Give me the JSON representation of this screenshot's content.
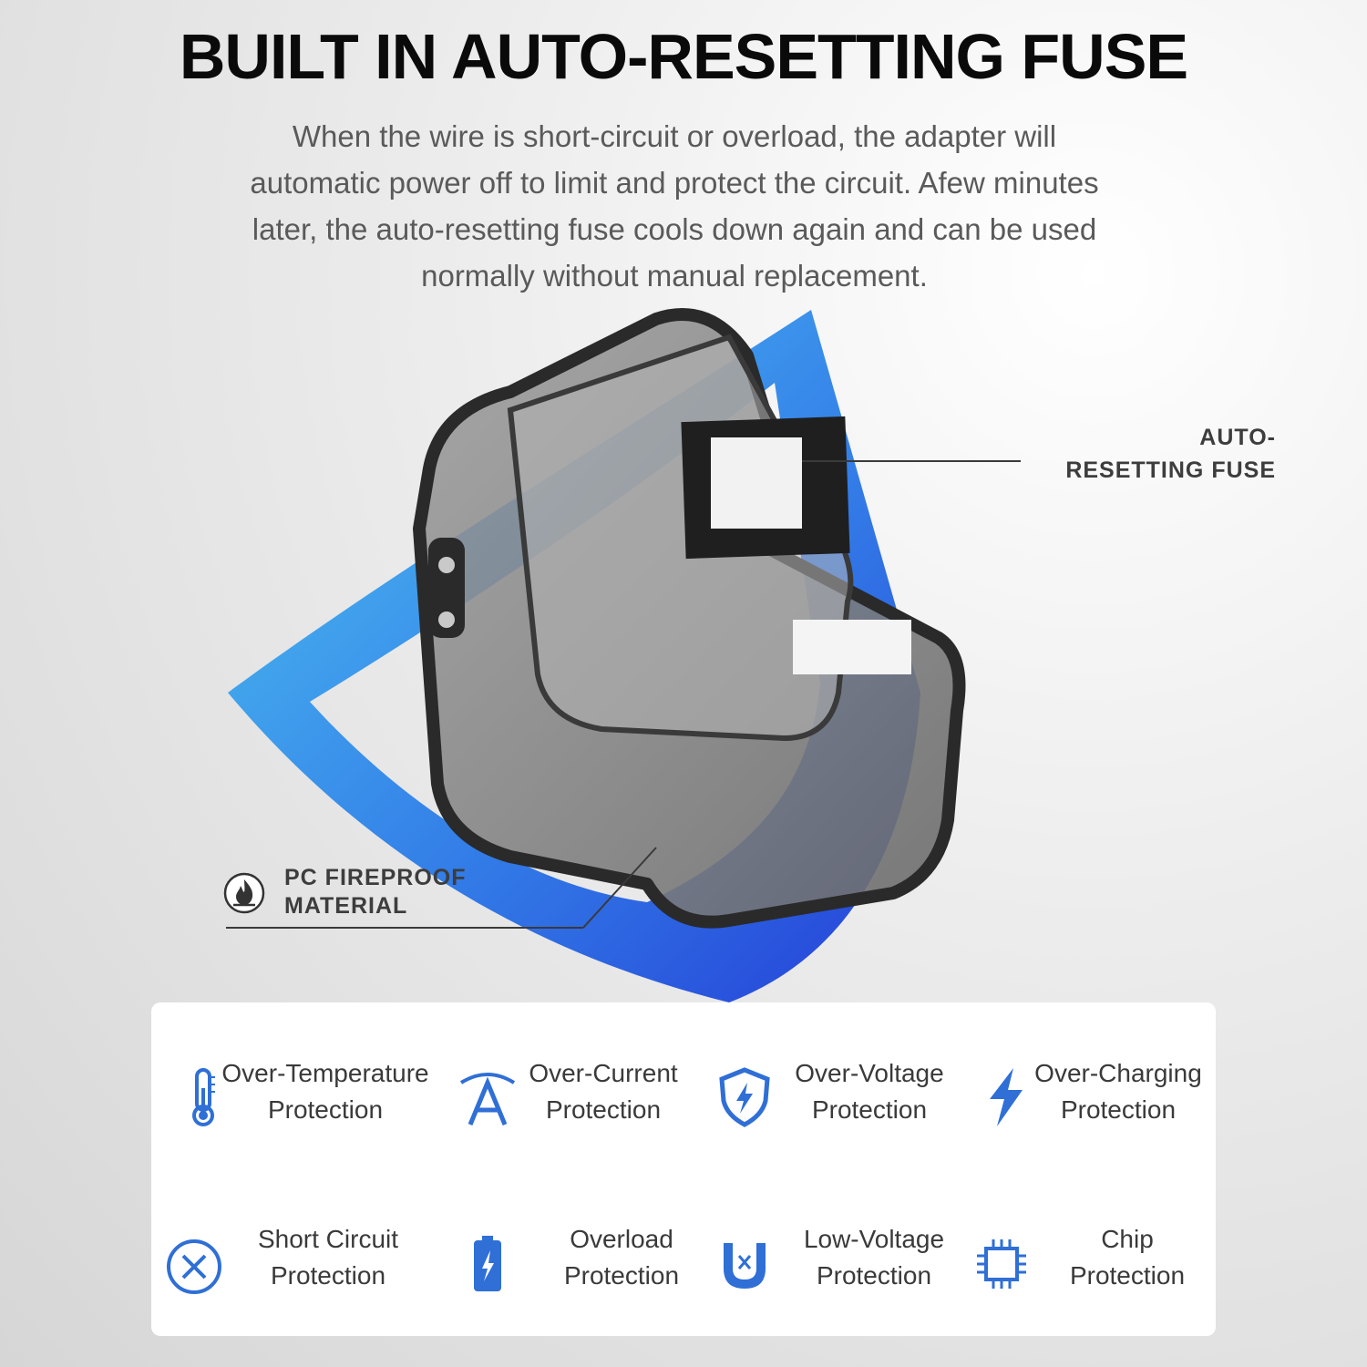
{
  "headline": "BUILT IN AUTO-RESETTING FUSE",
  "intro": {
    "lines": [
      "When the wire is short-circuit or overload, the adapter will",
      "automatic power off to limit and protect the circuit. Afew minutes",
      "later, the auto-resetting fuse cools down again and can be used",
      "normally without manual replacement."
    ]
  },
  "callouts": {
    "fuse": {
      "line1": "AUTO-",
      "line2": "RESETTING FUSE"
    },
    "pc": {
      "line1": "PC FIREPROOF",
      "line2": "MATERIAL",
      "icon": "flame-icon"
    }
  },
  "features": [
    {
      "line1": "Over-Temperature",
      "line2": "Protection",
      "icon": "thermometer-icon"
    },
    {
      "line1": "Over-Current",
      "line2": "Protection",
      "icon": "current-a-icon"
    },
    {
      "line1": "Over-Voltage",
      "line2": "Protection",
      "icon": "shield-bolt-icon"
    },
    {
      "line1": "Over-Charging",
      "line2": "Protection",
      "icon": "lightning-icon"
    },
    {
      "line1": "Short Circuit",
      "line2": "Protection",
      "icon": "x-circle-icon"
    },
    {
      "line1": "Overload",
      "line2": "Protection",
      "icon": "battery-icon"
    },
    {
      "line1": "Low-Voltage",
      "line2": "Protection",
      "icon": "magnet-x-icon"
    },
    {
      "line1": "Chip",
      "line2": "Protection",
      "icon": "chip-icon"
    }
  ],
  "colors": {
    "accent": "#2f6fd6",
    "shield_light": "#3fb0f0",
    "shield_dark": "#1d3fd8"
  }
}
